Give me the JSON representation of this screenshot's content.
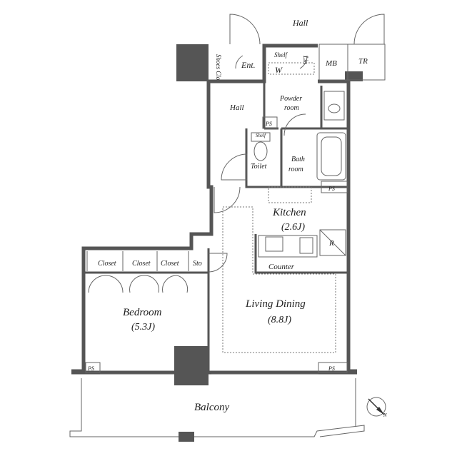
{
  "rooms": {
    "hall_outside": "Hall",
    "shoes_closet": "Shoes Clo",
    "entrance": "Ent.",
    "shelf": "Shelf",
    "washer": "W",
    "linen": "Lin",
    "mb": "MB",
    "tr": "TR",
    "powder_room_1": "Powder",
    "powder_room_2": "room",
    "hall_inner": "Hall",
    "ps_top": "PS",
    "shelf_small": "Shelf",
    "toilet": "Toilet",
    "bath_1": "Bath",
    "bath_2": "room",
    "ps_kitchen": "PS",
    "kitchen": "Kitchen",
    "kitchen_area": "(2.6J)",
    "refrigerator": "R",
    "counter": "Counter",
    "closet_1": "Closet",
    "closet_2": "Closet",
    "closet_3": "Closet",
    "storage": "Sto",
    "bedroom": "Bedroom",
    "bedroom_area": "(5.3J)",
    "living_dining": "Living Dining",
    "living_dining_area": "(8.8J)",
    "ps_bottom_left": "PS",
    "ps_bottom_right": "PS",
    "balcony": "Balcony",
    "north": "N"
  }
}
